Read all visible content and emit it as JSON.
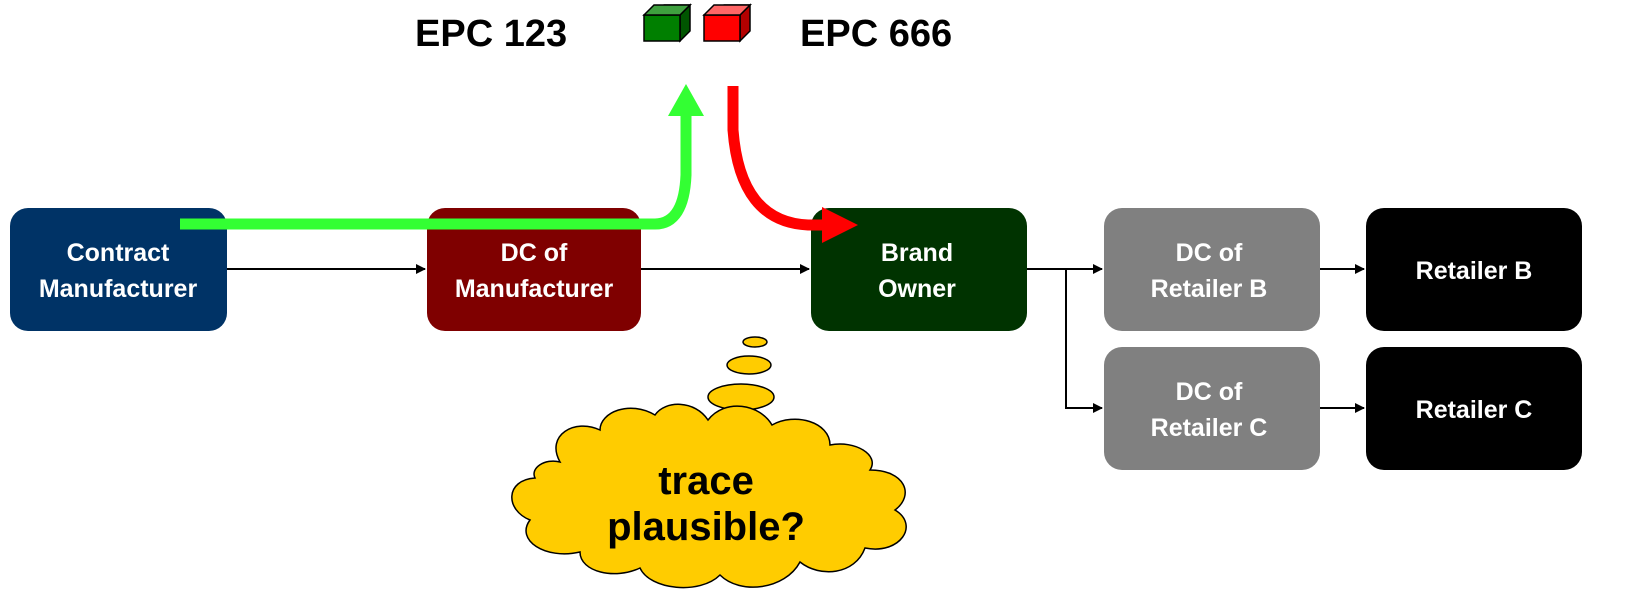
{
  "epc_labels": {
    "left": "EPC 123",
    "right": "EPC 666"
  },
  "nodes": {
    "contract_manufacturer": {
      "line1": "Contract",
      "line2": "Manufacturer",
      "color": "#003366"
    },
    "dc_manufacturer": {
      "line1": "DC of",
      "line2": "Manufacturer",
      "color": "#7F0000"
    },
    "brand_owner": {
      "line1": "Brand",
      "line2": "Owner",
      "color": "#003300"
    },
    "dc_retailer_b": {
      "line1": "DC of",
      "line2": "Retailer B",
      "color": "#808080"
    },
    "dc_retailer_c": {
      "line1": "DC of",
      "line2": "Retailer C",
      "color": "#808080"
    },
    "retailer_b": {
      "line1": "Retailer B",
      "color": "#000000"
    },
    "retailer_c": {
      "line1": "Retailer C",
      "color": "#000000"
    }
  },
  "thought_cloud": {
    "line1": "trace",
    "line2": "plausible?",
    "color": "#FFCC00"
  },
  "colors": {
    "green_arrow": "#33FF33",
    "red_arrow": "#FF0000",
    "green_cube": "#007F00",
    "red_cube": "#FF0000"
  }
}
